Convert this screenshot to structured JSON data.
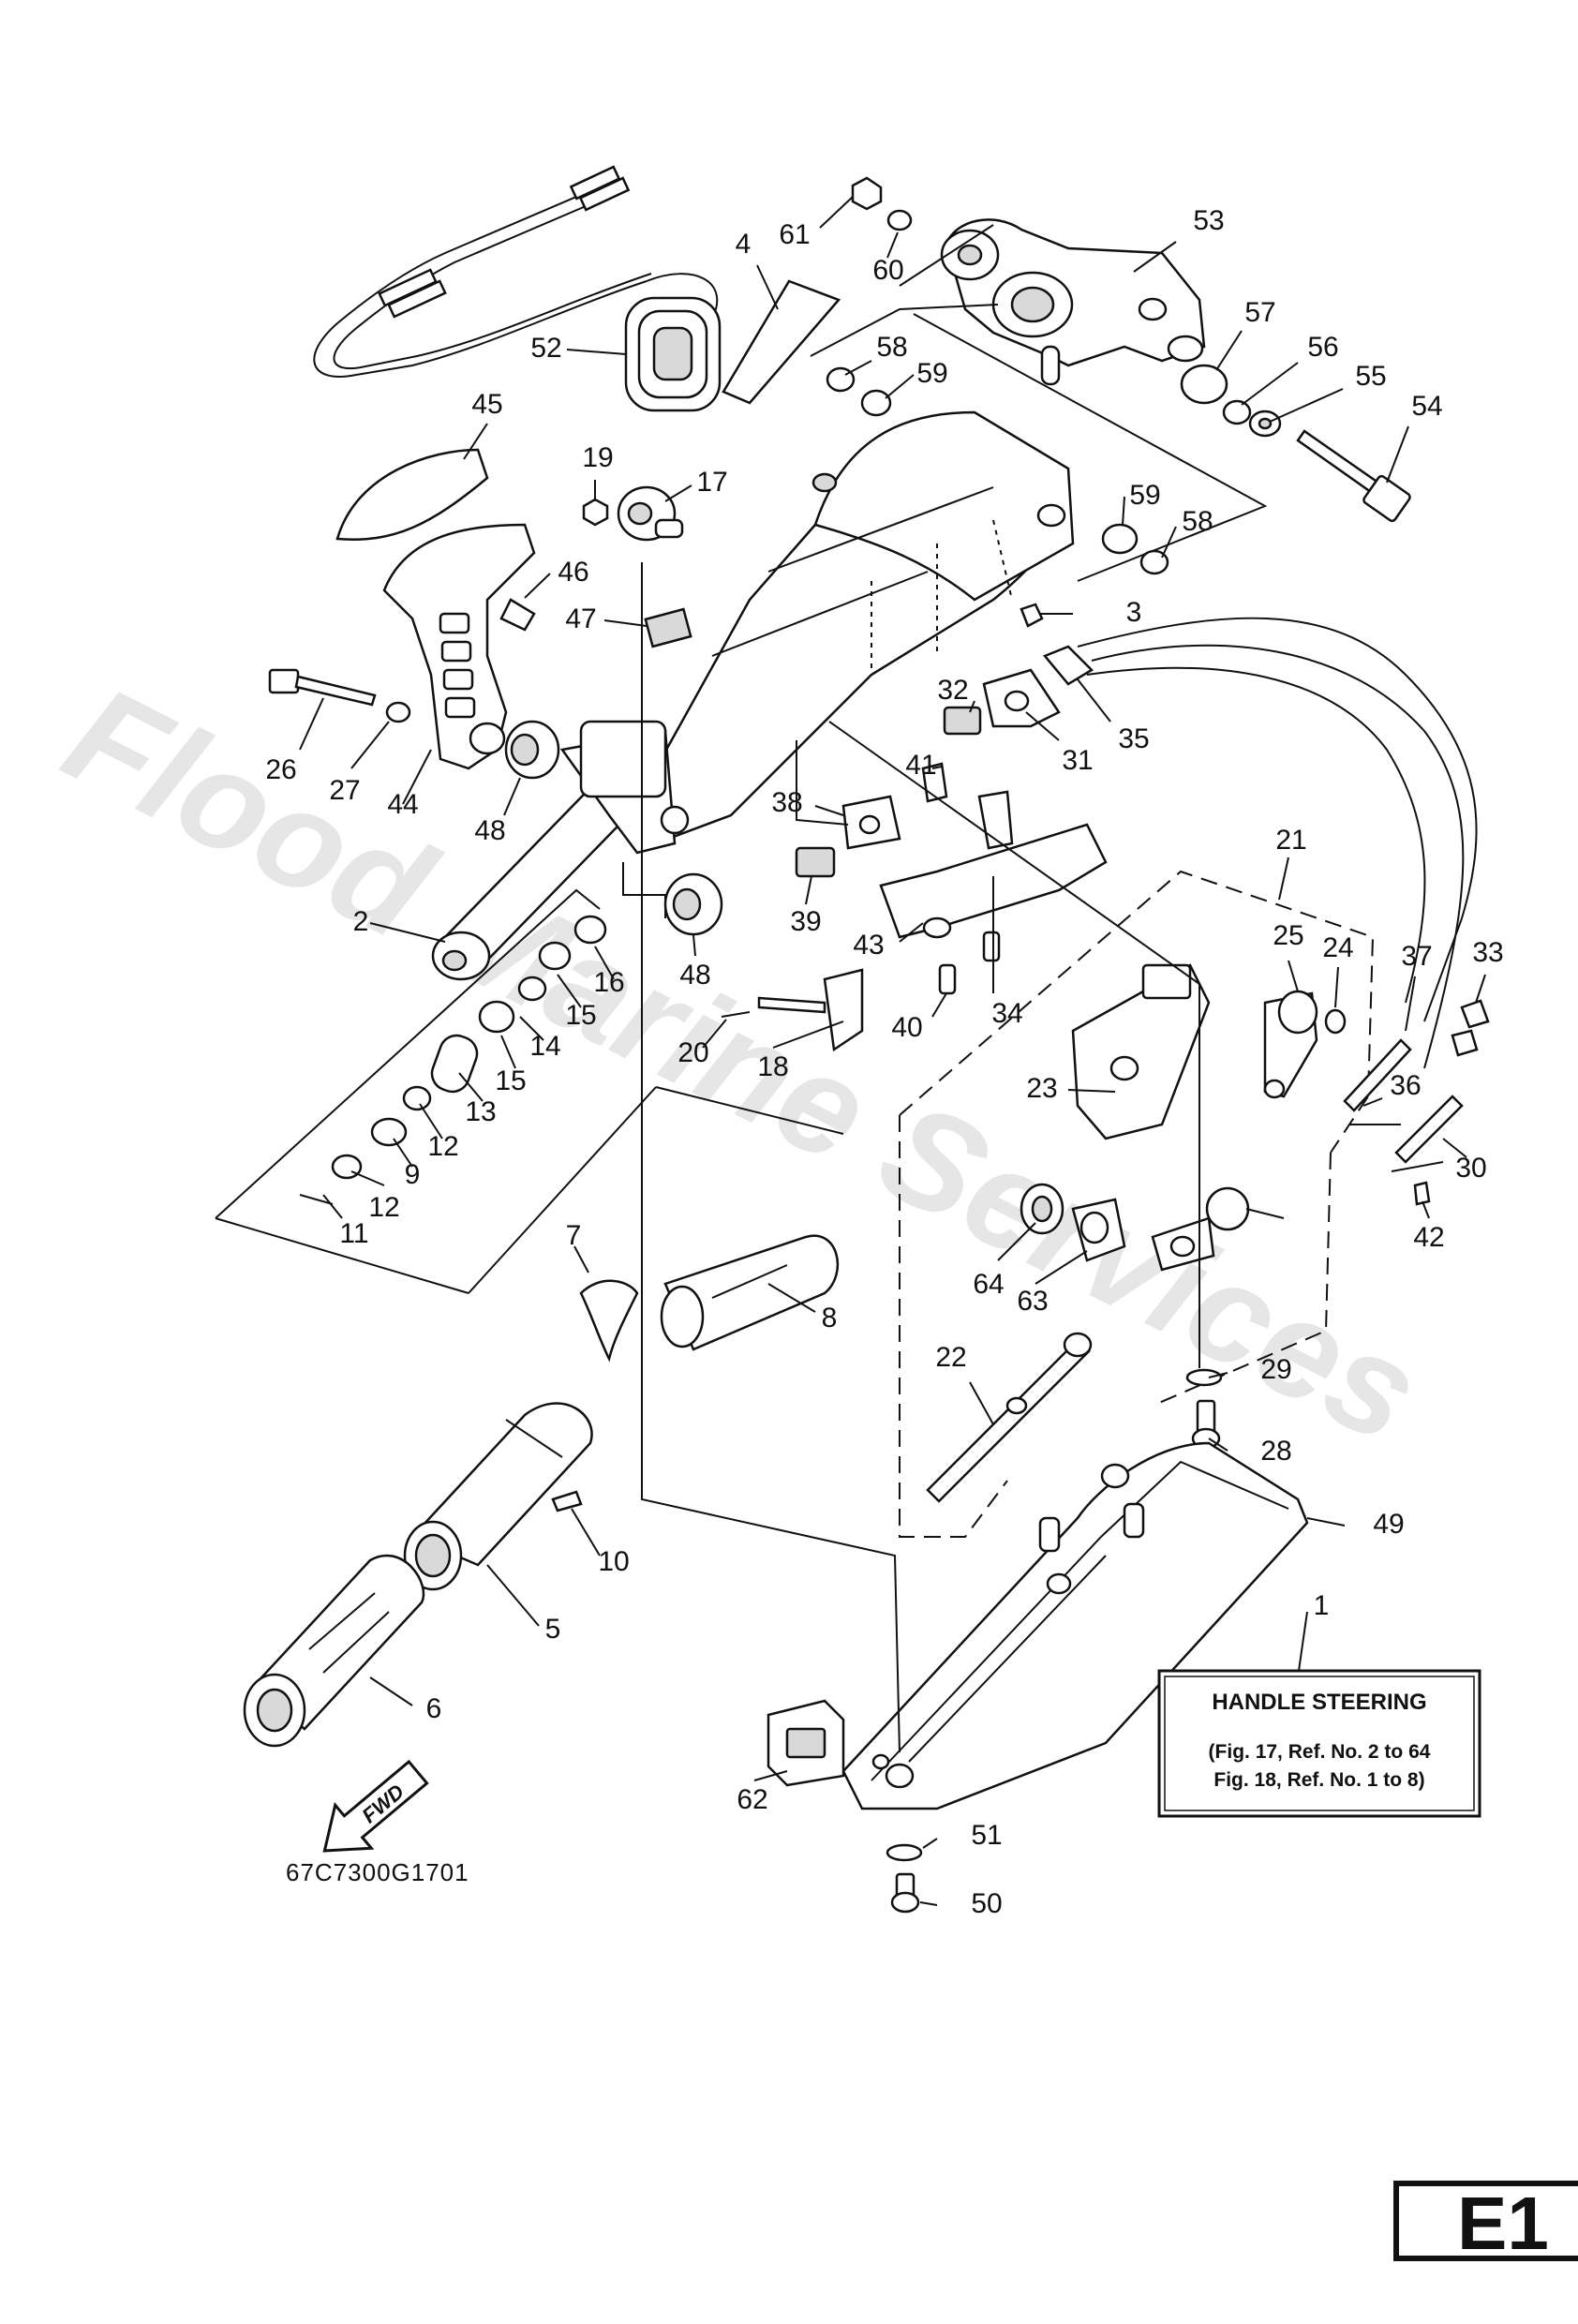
{
  "watermark": "Flood Marine Services",
  "drawing_code": "67C7300G1701",
  "page_badge": "E1",
  "fwd_label": "FWD",
  "legend": {
    "title": "HANDLE STEERING",
    "line1": "(Fig. 17, Ref. No. 2 to 64",
    "line2": "Fig. 18, Ref. No. 1 to 8)"
  },
  "callouts": [
    "1",
    "2",
    "3",
    "4",
    "5",
    "6",
    "7",
    "8",
    "9",
    "10",
    "11",
    "12",
    "12",
    "13",
    "14",
    "15",
    "15",
    "16",
    "17",
    "18",
    "19",
    "20",
    "21",
    "22",
    "23",
    "24",
    "25",
    "26",
    "27",
    "28",
    "29",
    "30",
    "31",
    "32",
    "33",
    "34",
    "35",
    "36",
    "37",
    "38",
    "39",
    "40",
    "41",
    "42",
    "43",
    "44",
    "45",
    "46",
    "47",
    "48",
    "48",
    "49",
    "50",
    "51",
    "52",
    "53",
    "54",
    "55",
    "56",
    "57",
    "58",
    "58",
    "59",
    "59",
    "60",
    "61",
    "62",
    "63",
    "64"
  ]
}
